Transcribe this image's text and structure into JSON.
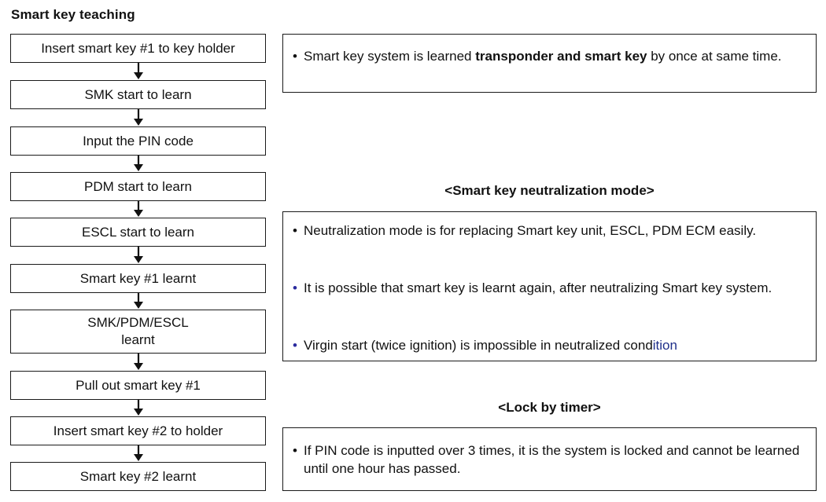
{
  "title": "Smart key teaching",
  "flow_steps": [
    "Insert smart key #1 to key holder",
    "SMK start to learn",
    "Input the PIN code",
    "PDM start to learn",
    "ESCL start to learn",
    "Smart key #1 learnt",
    "SMK/PDM/ESCL learnt",
    "Pull out smart key #1",
    "Insert smart key #2 to holder",
    "Smart key #2 learnt"
  ],
  "smk_note": {
    "before": "Smart key system is learned ",
    "bold": "transponder and smart key",
    "after": " by once at same  time."
  },
  "neutralization": {
    "heading": "<Smart key neutralization mode>",
    "bullet_1": "Neutralization mode is for replacing Smart key unit, ESCL, PDM ECM easily.",
    "bullet_2": "It is possible that smart key is learnt again, after neutralizing Smart key system.",
    "bullet_3_a": "Virgin start (twice ignition) is impossible in neutralized cond",
    "bullet_3_b": "ition"
  },
  "lock_timer": {
    "heading": "<Lock by timer>",
    "bullet_1": "If PIN code is inputted over 3 times, it is the system is locked and cannot be learned until one hour has passed."
  },
  "bullet_glyph": "•"
}
